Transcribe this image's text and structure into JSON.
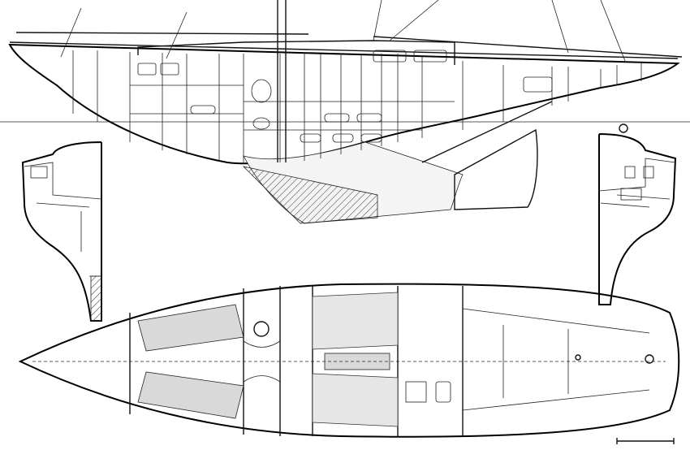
{
  "colors": {
    "line": "#111111",
    "background": "#ffffff",
    "fill": "#d9d9d9"
  },
  "icons": [
    "sailboat-profile-drawing",
    "hull-section-fore",
    "hull-section-aft",
    "accommodation-plan",
    "scale-bar"
  ]
}
